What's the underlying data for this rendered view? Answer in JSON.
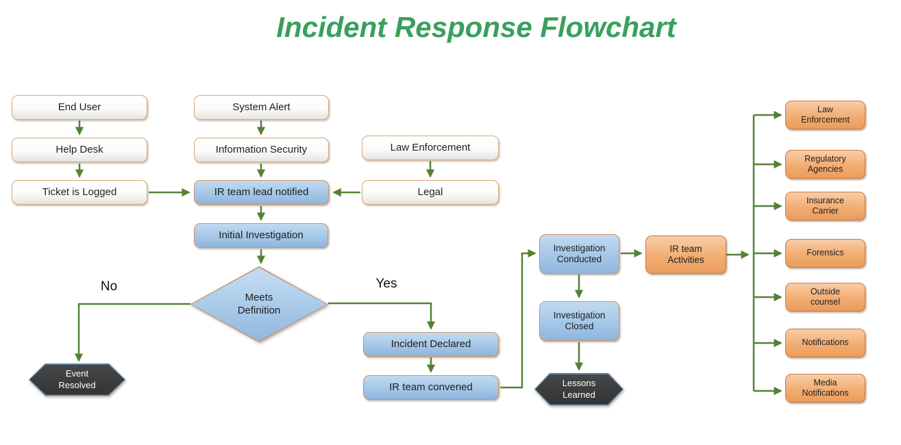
{
  "title": "Incident Response Flowchart",
  "decision_labels": {
    "no": "No",
    "yes": "Yes"
  },
  "colors": {
    "title_green": "#38a05c",
    "arrow_green": "#538135",
    "process_blue": "#a7c9e9",
    "external_orange": "#f2ad72",
    "terminator_dark": "#3a3a3a",
    "box_border_tan": "#cd9566"
  },
  "nodes": {
    "end_user": "End User",
    "help_desk": "Help Desk",
    "ticket_logged": "Ticket is Logged",
    "system_alert": "System Alert",
    "information_security": "Information Security",
    "law_enforcement_source": "Law Enforcement",
    "legal": "Legal",
    "ir_team_lead_notified": "IR team lead notified",
    "initial_investigation": "Initial Investigation",
    "meets_definition": "Meets Definition",
    "event_resolved": "Event Resolved",
    "incident_declared": "Incident Declared",
    "ir_team_convened": "IR team convened",
    "investigation_conducted": "Investigation Conducted",
    "investigation_closed": "Investigation Closed",
    "lessons_learned": "Lessons Learned",
    "ir_team_activities": "IR team Activities",
    "contacts": [
      "Law Enforcement",
      "Regulatory Agencies",
      "Insurance Carrier",
      "Forensics",
      "Outside counsel",
      "Notifications",
      "Media Notifications"
    ]
  }
}
